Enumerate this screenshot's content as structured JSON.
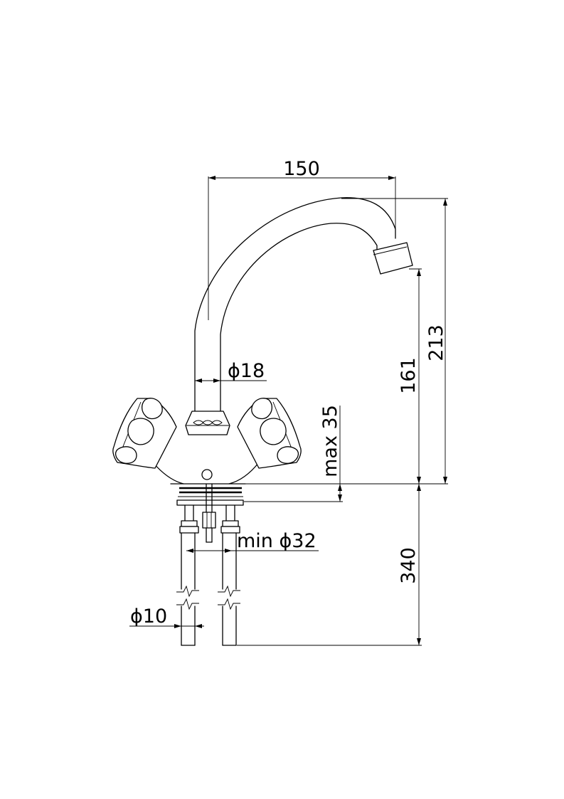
{
  "dimensions": {
    "spout_reach": "150",
    "total_height": "213",
    "spout_outlet_height": "161",
    "max_deck_thickness": "max 35",
    "spout_diameter": "ϕ18",
    "min_hole_diameter": "min ϕ32",
    "hose_diameter": "ϕ10",
    "hose_length": "340"
  }
}
